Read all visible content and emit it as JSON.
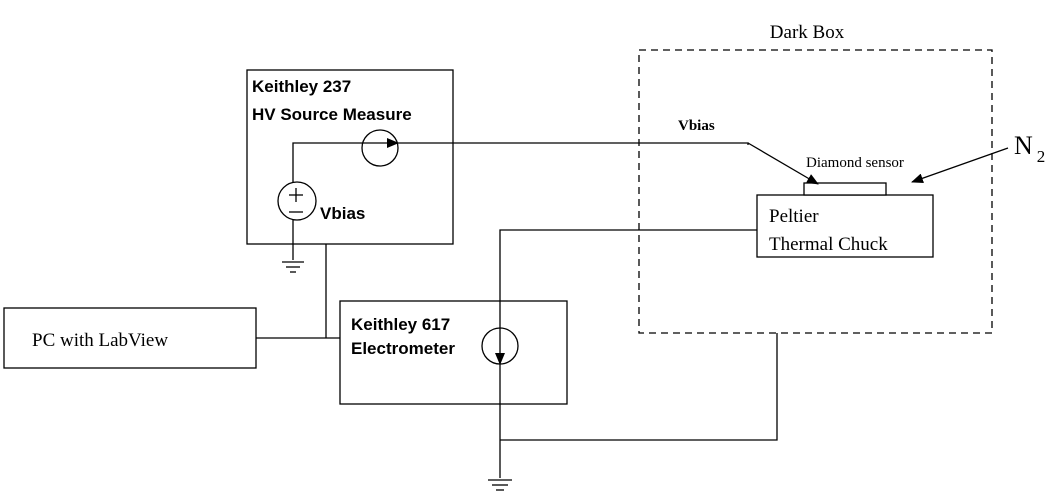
{
  "dark_box": {
    "label": "Dark Box"
  },
  "keithley_237": {
    "line1": "Keithley 237",
    "line2": "HV Source Measure",
    "vbias_label": "Vbias"
  },
  "keithley_617": {
    "line1": "Keithley 617",
    "line2": "Electrometer"
  },
  "pc": {
    "label": "PC with LabView"
  },
  "peltier": {
    "line1": "Peltier",
    "line2": "Thermal Chuck"
  },
  "diamond_sensor": {
    "label": "Diamond sensor"
  },
  "vbias_line": {
    "label": "Vbias"
  },
  "nitrogen": {
    "symbol": "N",
    "subscript": "2"
  }
}
